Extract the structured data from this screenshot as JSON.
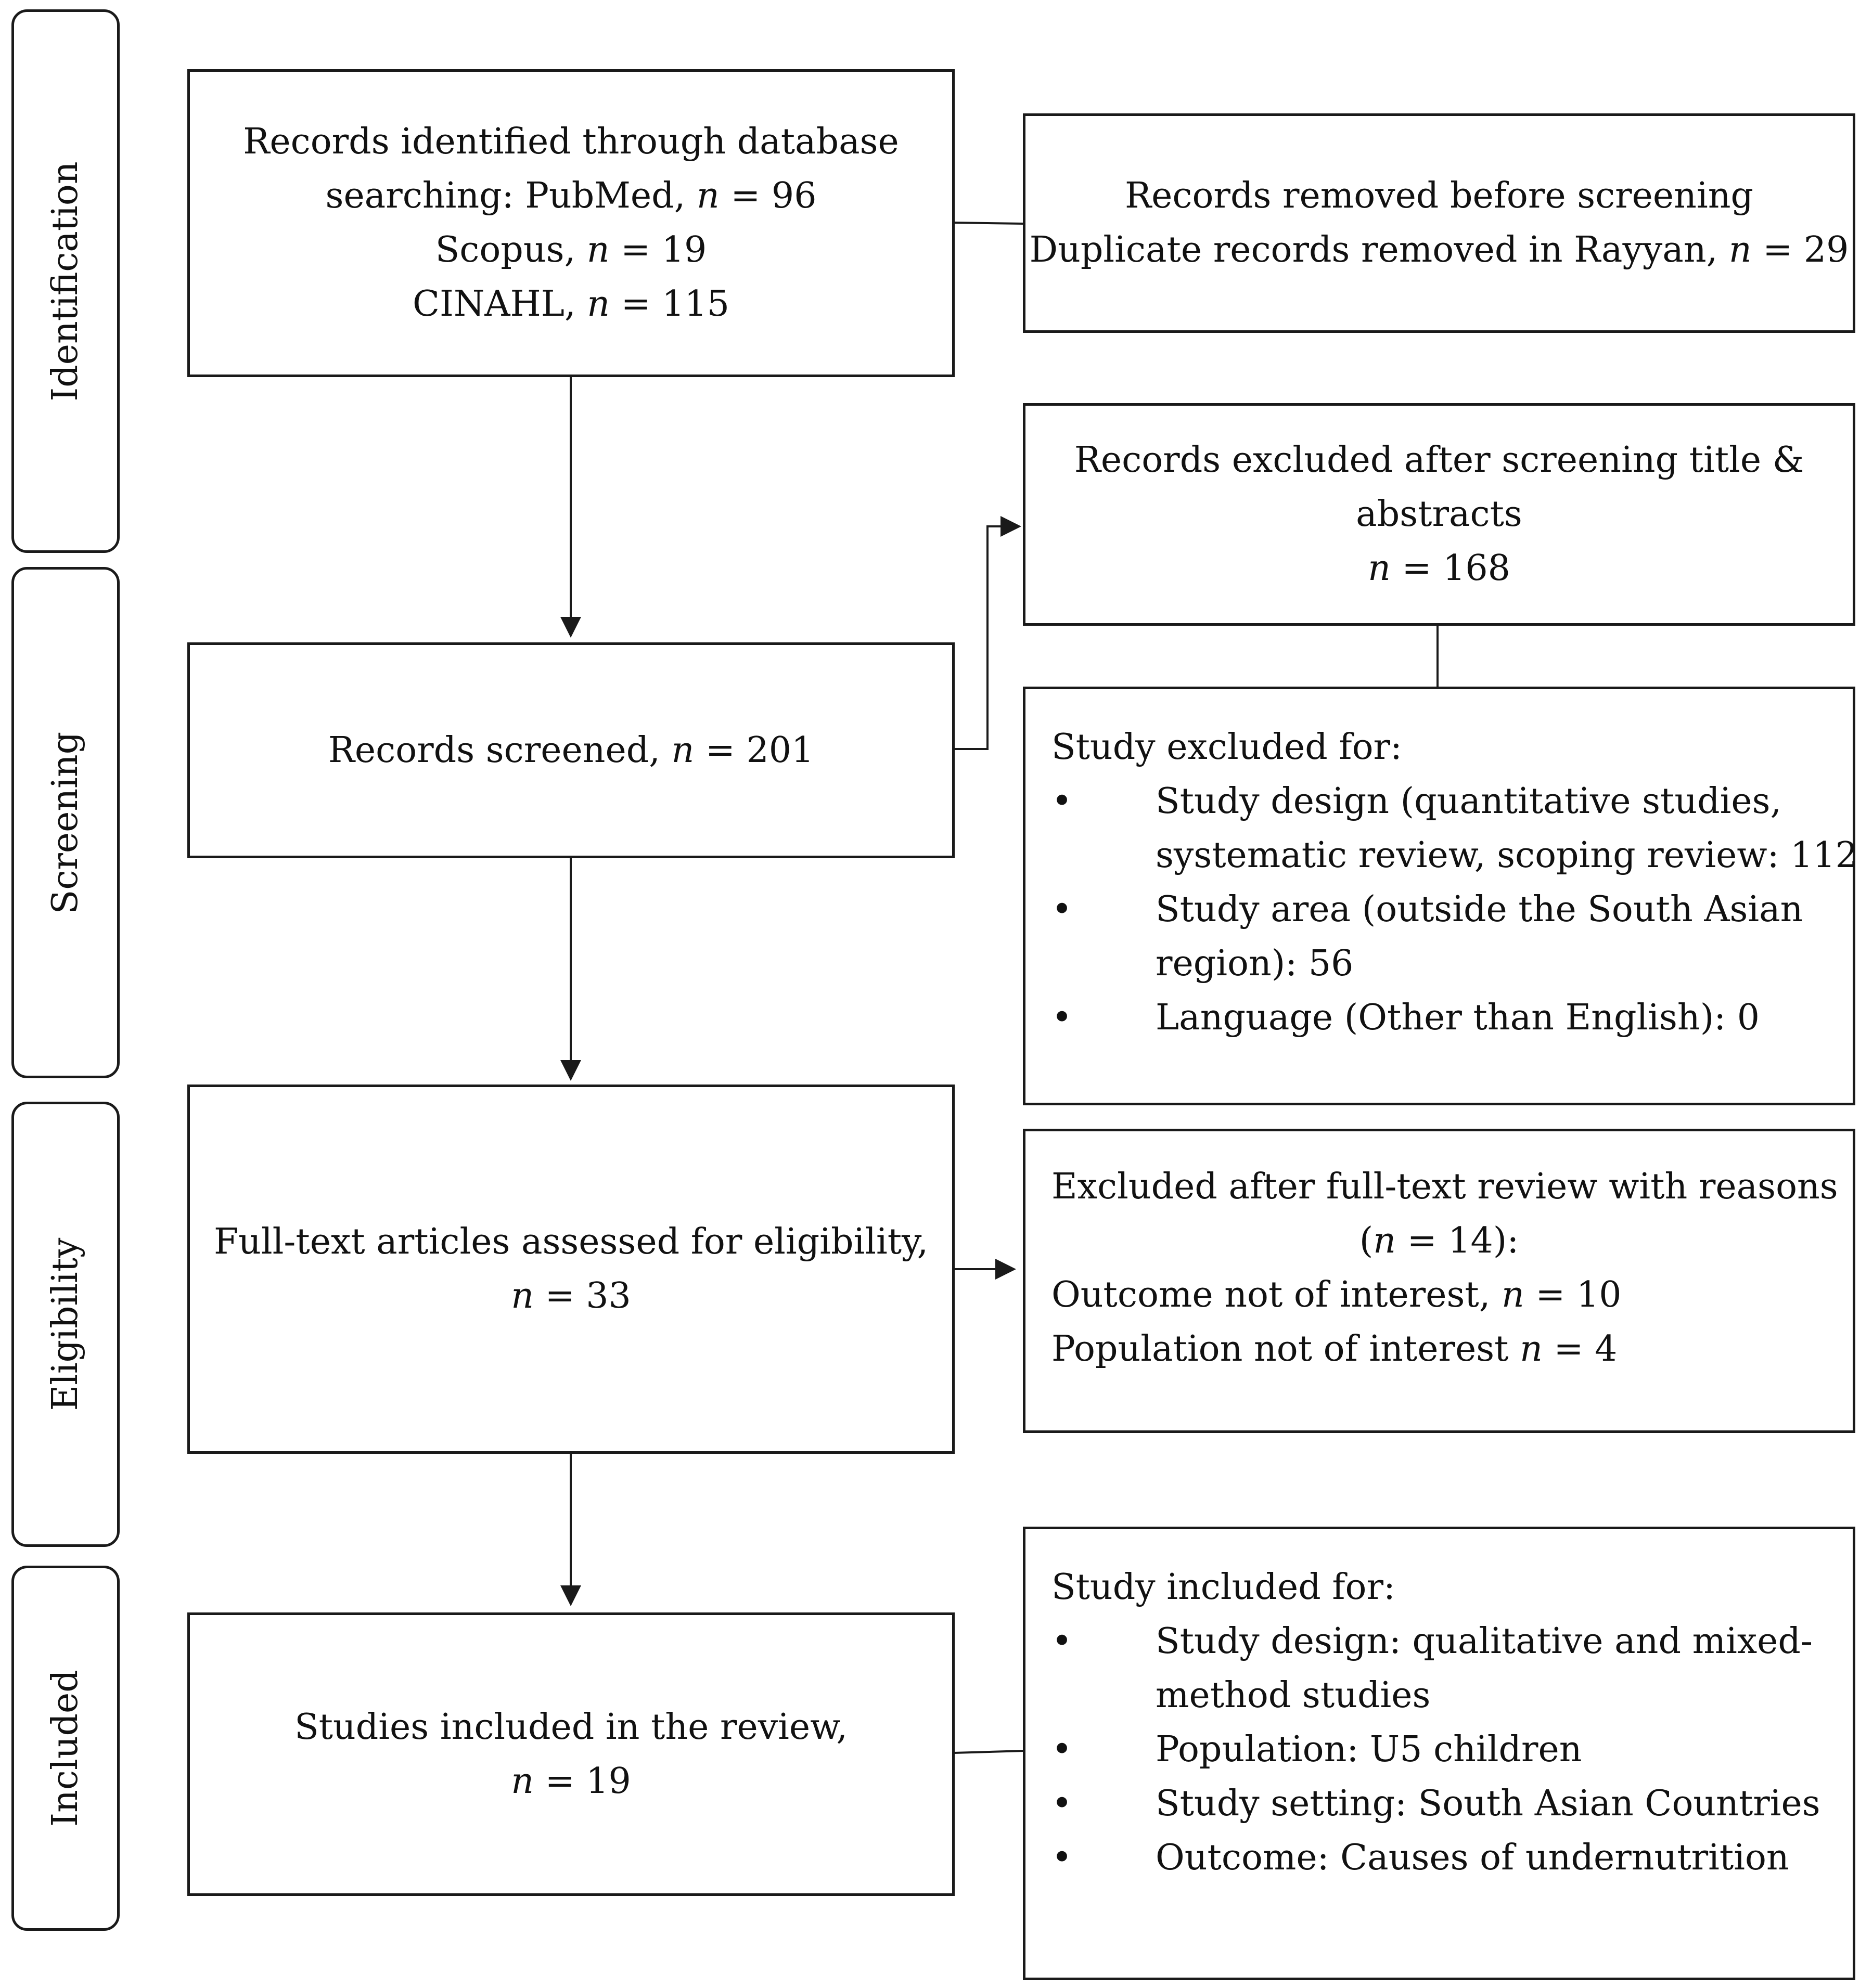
{
  "phases": {
    "identification": "Identification",
    "screening": "Screening",
    "eligibility": "Eligibility",
    "included": "Included"
  },
  "identified": {
    "line1": "Records identified through database",
    "line2_prefix": "searching: PubMed, ",
    "line2_n": "n",
    "line2_val": " = 96",
    "line3_prefix": "Scopus, ",
    "line3_n": "n",
    "line3_val": " = 19",
    "line4_prefix": "CINAHL, ",
    "line4_n": "n",
    "line4_val": " = 115"
  },
  "removed": {
    "line1": "Records removed before screening",
    "line2_prefix": "Duplicate records removed in Rayyan, ",
    "line2_n": "n",
    "line2_val": " = 29"
  },
  "excluded_ta": {
    "line1": "Records excluded after screening title &",
    "line2": "abstracts",
    "line3_n": "n",
    "line3_val": " = 168"
  },
  "screened": {
    "prefix": "Records screened, ",
    "n": "n",
    "val": " = 201"
  },
  "excluded_reasons": {
    "heading": "Study excluded for:",
    "bullet": "•",
    "items": [
      {
        "lines": [
          "Study design (quantitative studies,",
          "systematic review, scoping review: 112"
        ]
      },
      {
        "lines": [
          "Study area (outside the South Asian",
          "region): 56"
        ]
      },
      {
        "lines": [
          "Language (Other than English): 0"
        ]
      }
    ]
  },
  "fulltext": {
    "line1": "Full-text articles assessed for eligibility,",
    "n": "n",
    "val": " = 33"
  },
  "excluded_ft": {
    "line1": "Excluded after full-text review with reasons",
    "line2_open": "(",
    "line2_n": "n",
    "line2_val": " = 14):",
    "line3_prefix": "Outcome not of interest, ",
    "line3_n": "n",
    "line3_val": " = 10",
    "line4_prefix": "Population not of interest ",
    "line4_n": "n",
    "line4_val": " = 4"
  },
  "included_box": {
    "line1": "Studies included in the review,",
    "n": "n",
    "val": " = 19"
  },
  "included_reasons": {
    "heading": "Study included for:",
    "bullet": "•",
    "items": [
      {
        "lines": [
          "Study design: qualitative and mixed-",
          "method studies"
        ]
      },
      {
        "lines": [
          "Population: U5 children"
        ]
      },
      {
        "lines": [
          "Study setting: South Asian Countries"
        ]
      },
      {
        "lines": [
          "Outcome: Causes of undernutrition"
        ]
      }
    ]
  }
}
